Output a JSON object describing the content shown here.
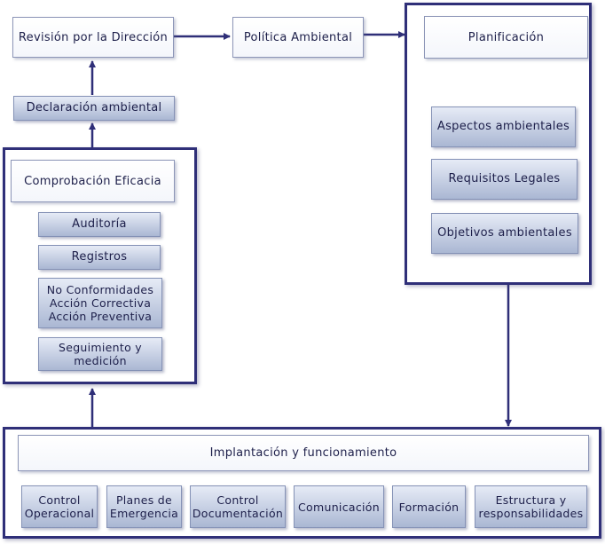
{
  "nodes": {
    "revision": "Revisión por la Dirección",
    "politica": "Política Ambiental",
    "planificacion": "Planificación",
    "aspectos": "Aspectos ambientales",
    "requisitos": "Requisitos Legales",
    "objetivos": "Objetivos ambientales",
    "declaracion": "Declaración ambiental",
    "comprobacion": "Comprobación Eficacia",
    "auditoria": "Auditoría",
    "registros": "Registros",
    "no_conformidades": [
      "No Conformidades",
      "Acción Correctiva",
      "Acción Preventiva"
    ],
    "seguimiento": [
      "Seguimiento y",
      "medición"
    ],
    "implantacion": "Implantación y funcionamiento",
    "control_operacional": [
      "Control",
      "Operacional"
    ],
    "planes_emergencia": [
      "Planes de",
      "Emergencia"
    ],
    "control_documentacion": [
      "Control",
      "Documentación"
    ],
    "comunicacion": "Comunicación",
    "formacion": "Formación",
    "estructura": [
      "Estructura y",
      "responsabilidades"
    ]
  },
  "colors": {
    "frame": "#2f2f78",
    "arrow": "#2f2f78",
    "box_blue_top": "#e6ebf6",
    "box_blue_bottom": "#aab7d3"
  }
}
